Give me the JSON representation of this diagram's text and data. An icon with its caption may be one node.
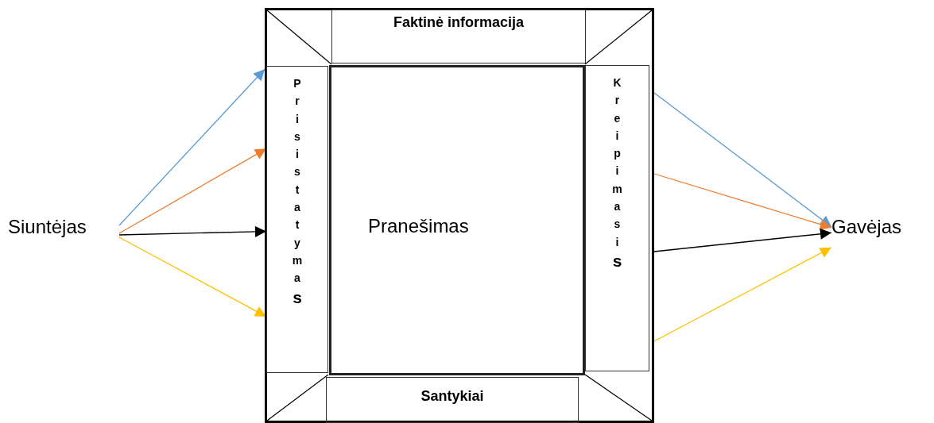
{
  "diagram": {
    "nodes": [
      {
        "text": [
          "Siuntėjas"
        ]
      },
      {
        "text": [],
        "shape": "box"
      },
      {
        "text": [
          "Faktinė informacija"
        ],
        "in": 1
      },
      {
        "text": [
          "Prisistatymas"
        ],
        "in": 1
      },
      {
        "text": [
          "Pranešimas"
        ],
        "in": 1
      },
      {
        "text": [
          "Kreipimasis"
        ],
        "in": 1
      },
      {
        "text": [
          "Santykiai"
        ],
        "in": 1
      },
      {
        "text": [
          "Gavėjas"
        ]
      }
    ],
    "edges": [
      {
        "from": 0,
        "to": 1,
        "arrow": "to",
        "color": "#5b9bd5"
      },
      {
        "from": 0,
        "to": 3,
        "arrow": "to",
        "color": "#ed7d31"
      },
      {
        "from": 0,
        "to": 3,
        "arrow": "to",
        "color": "#000000"
      },
      {
        "from": 0,
        "to": 3,
        "arrow": "to",
        "color": "#ffc000"
      },
      {
        "from": 1,
        "to": 7,
        "arrow": "to",
        "color": "#5b9bd5"
      },
      {
        "from": 1,
        "to": 7,
        "arrow": "to",
        "color": "#ed7d31"
      },
      {
        "from": 1,
        "to": 7,
        "arrow": "to",
        "color": "#000000"
      },
      {
        "from": 1,
        "to": 7,
        "arrow": "to",
        "color": "#ffc000"
      }
    ]
  }
}
